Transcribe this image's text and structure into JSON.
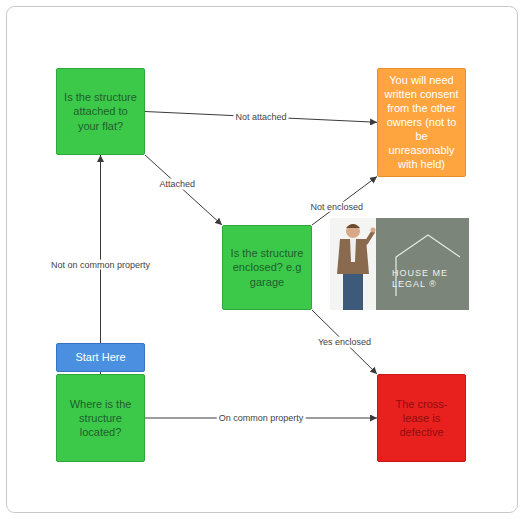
{
  "diagram": {
    "nodes": [
      {
        "text": [
          "Is the structure attached to your flat?"
        ]
      },
      {
        "text": [
          "You will need written consent from the other owners (not to be unreasonably with held)"
        ]
      },
      {
        "text": [
          "Is the structure enclosed? e.g garage"
        ]
      },
      {
        "text": [
          "Start Here"
        ]
      },
      {
        "text": [
          "Where is the structure located?"
        ]
      },
      {
        "text": [
          "The cross-lease is defective"
        ]
      }
    ],
    "edges": [
      {
        "from": 0,
        "to": 1,
        "label": "Not attached",
        "arrow": "to"
      },
      {
        "from": 0,
        "to": 2,
        "label": "Attached",
        "arrow": "to"
      },
      {
        "from": 2,
        "to": 1,
        "label": "Not enclosed",
        "arrow": "to"
      },
      {
        "from": 2,
        "to": 5,
        "label": "Yes enclosed",
        "arrow": "to"
      },
      {
        "from": 4,
        "to": 0,
        "label": "Not on common property",
        "arrow": "to"
      },
      {
        "from": 4,
        "to": 5,
        "label": "On common property",
        "arrow": "to"
      }
    ],
    "labels": [
      "HOUSE ME LEGAL ®"
    ]
  }
}
